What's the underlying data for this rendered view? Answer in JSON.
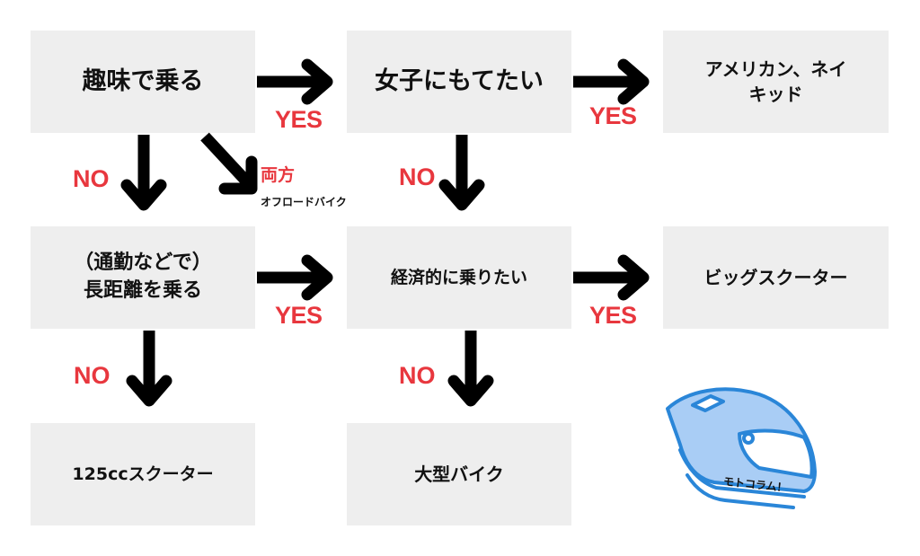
{
  "nodes": {
    "hobby": "趣味で乗る",
    "popular": "女子にもてたい",
    "american": [
      "アメリカン、ネイ",
      "キッド"
    ],
    "commute": [
      "（通勤などで）",
      "長距離を乗る"
    ],
    "economy": "経済的に乗りたい",
    "bigscooter": "ビッグスクーター",
    "scooter125": "125ccスクーター",
    "bigbike": "大型バイク"
  },
  "labels": {
    "yes": "YES",
    "no": "NO",
    "both": "両方",
    "offroad": "オフロードバイク"
  },
  "logo": {
    "text": "モトコラム！"
  },
  "colors": {
    "box": "#eeeeee",
    "accent": "#e8373e",
    "arrow": "#000000",
    "helmet_fill": "#a9cdf5",
    "helmet_stroke": "#2a86d8"
  }
}
